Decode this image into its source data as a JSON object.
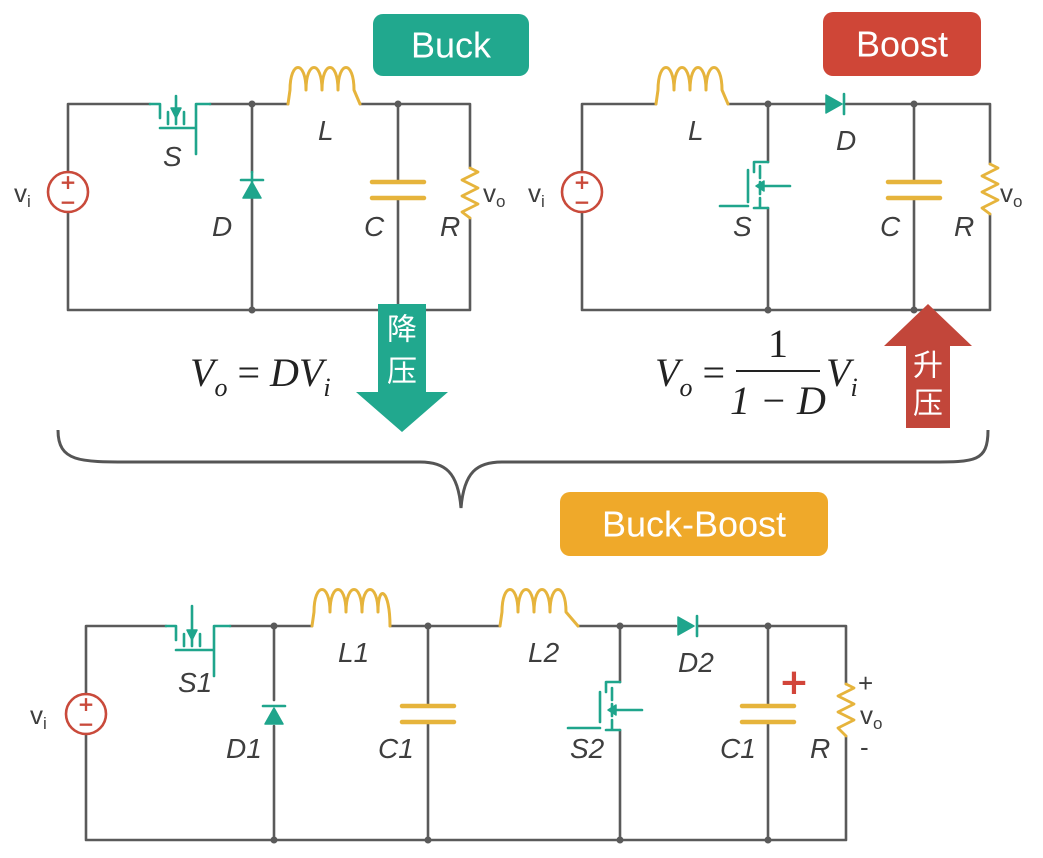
{
  "badges": {
    "buck": {
      "text": "Buck",
      "color": "#21a88e"
    },
    "boost": {
      "text": "Boost",
      "color": "#cf4637"
    },
    "buck_boost": {
      "text": "Buck-Boost",
      "color": "#efa92a"
    }
  },
  "buck_circuit": {
    "source_label": "v",
    "source_sub": "i",
    "switch_label": "S",
    "inductor_label": "L",
    "diode_label": "D",
    "capacitor_label": "C",
    "resistor_label": "R",
    "output_label": "v",
    "output_sub": "o",
    "formula": {
      "lhs_v": "V",
      "lhs_sub": "o",
      "eq": " = ",
      "rhs": "DV",
      "rhs_sub": "i"
    },
    "arrow": {
      "char1": "降",
      "char2": "压",
      "color": "#21a88e"
    }
  },
  "boost_circuit": {
    "source_label": "v",
    "source_sub": "i",
    "switch_label": "S",
    "inductor_label": "L",
    "diode_label": "D",
    "capacitor_label": "C",
    "resistor_label": "R",
    "output_label": "v",
    "output_sub": "o",
    "formula": {
      "lhs_v": "V",
      "lhs_sub": "o",
      "eq": " = ",
      "numerator": "1",
      "denominator": "1 − D",
      "rhs_v": "V",
      "rhs_sub": "i"
    },
    "arrow": {
      "char1": "升",
      "char2": "压",
      "color": "#c2463a"
    }
  },
  "buck_boost_circuit": {
    "source_label": "v",
    "source_sub": "i",
    "switch1_label": "S1",
    "diode1_label": "D1",
    "inductor1_label": "L1",
    "capacitor1_label": "C1",
    "inductor2_label": "L2",
    "switch2_label": "S2",
    "diode2_label": "D2",
    "capacitor2_label": "C1",
    "resistor_label": "R",
    "output_label": "v",
    "output_sub": "o",
    "plus_sign": "+",
    "minus_sign": "-",
    "polarity_mark": "+"
  },
  "source_signs": {
    "plus": "+",
    "minus": "−"
  },
  "colors": {
    "wire": "#5a5a5a",
    "passive": "#e6b43c",
    "semiconductor": "#1fa58c",
    "source": "#c94a3b",
    "brace": "#555555"
  }
}
